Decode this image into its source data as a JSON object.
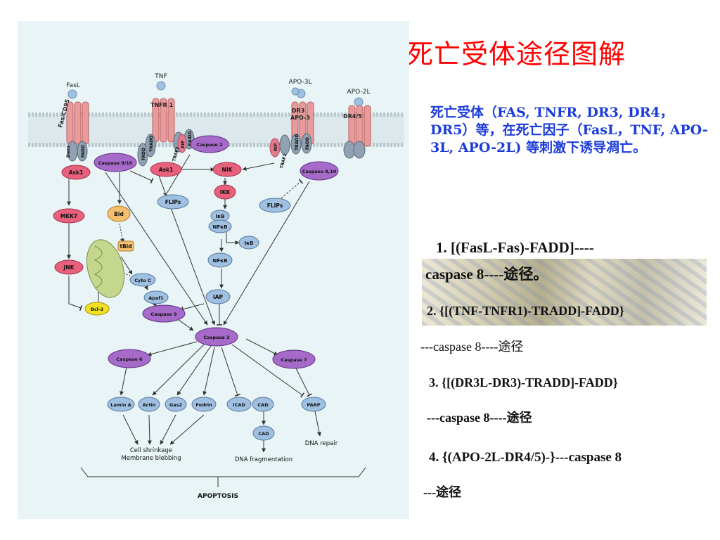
{
  "title": "死亡受体途径图解",
  "intro": "死亡受体（FAS, TNFR, DR3, DR4， DR5）等，在死亡因子（FasL，TNF, APO-3L, APO-2L) 等刺激下诱导凋亡。",
  "items": [
    {
      "line1": "1. [(FasL-Fas)-FADD]----",
      "line2": "caspase 8----途径。"
    },
    {
      "line1": "2. {[(TNF-TNFR1)-TRADD]-FADD}",
      "line2": "---caspase 8----途径"
    },
    {
      "line1": "3. {[(DR3L-DR3)-TRADD]-FADD}",
      "line2": "---caspase 8----途径"
    },
    {
      "line1": "4. {(APO-2L-DR4/5)-}---caspase 8",
      "line2": "---途径"
    }
  ],
  "diagram": {
    "ligands": {
      "fasl": "FasL",
      "tnf": "TNF",
      "apo3l": "APO-3L",
      "apo2l": "APO-2L"
    },
    "receptors": {
      "fas": "Fas/CD95",
      "tnfr1": "TNFR 1",
      "dr3": "DR3",
      "apo3": "APO-3",
      "dr45": "DR4/5"
    },
    "adaptors": {
      "daxx": "Daxx",
      "fadd": "FADD",
      "fadd2": "FADD",
      "tradd": "TRADD",
      "rip": "RIP",
      "raidd": "RAIDD",
      "traf2": "TRAF2",
      "rip2": "RIP",
      "tradd2": "TRADD",
      "fadd3": "FADD",
      "traf2b": "TRAF2"
    },
    "nodes": {
      "ask1": "Ask1",
      "casp810": "Caspase 8/10",
      "ask1b": "Ask1",
      "casp2": "Caspase 2",
      "nik": "NIK",
      "casp810b": "Caspase 8,10",
      "flips": "FLIPs",
      "flips2": "FLIPs",
      "mkk7": "MKK7",
      "bid": "Bid",
      "ikk": "IKK",
      "ikb": "IκB",
      "nfkb": "NFκB",
      "tbid": "tBid",
      "ikb2": "IκB",
      "nfkb2": "NFκB",
      "jnk": "JNK",
      "cytoc": "Cyto C",
      "apaf1": "Apaf1",
      "iap": "IAP",
      "bcl2": "Bcl-2",
      "casp9": "Caspase 9",
      "casp3": "Caspase 3",
      "casp6": "Caspase 6",
      "casp7": "Caspase 7",
      "lamina": "Lamin A",
      "actin": "Actin",
      "gas2": "Gas2",
      "fodrin": "Fodrin",
      "icad": "ICAD",
      "cad": "CAD",
      "cad2": "CAD",
      "parp": "PARP"
    },
    "outcomes": {
      "shrink1": "Cell shrinkage",
      "shrink2": "Membrane blebbing",
      "dnafrag": "DNA fragmentation",
      "dnarepair": "DNA repair",
      "apoptosis": "APOPTOSIS"
    }
  }
}
